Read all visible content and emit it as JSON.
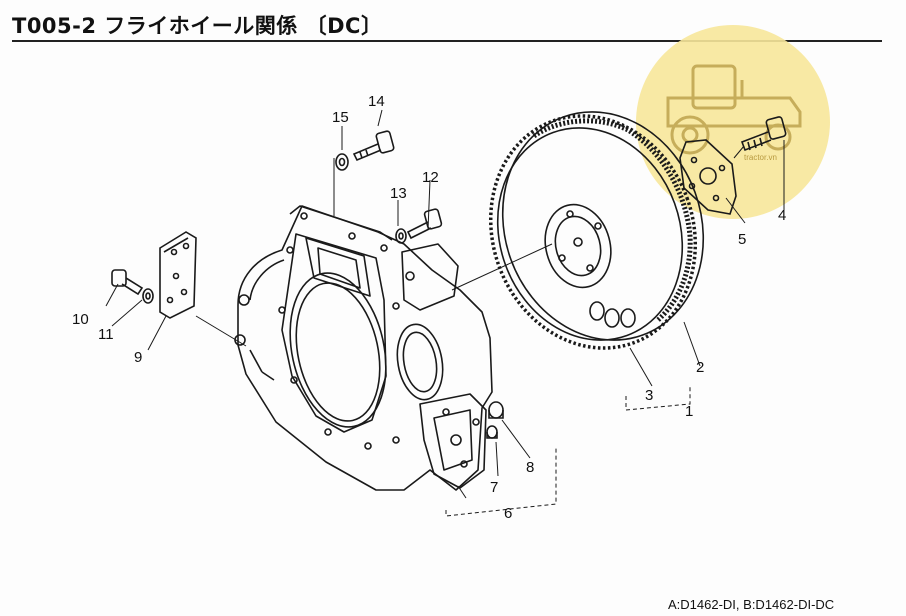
{
  "header": {
    "title": "T005-2 フライホイール関係 〔DC〕"
  },
  "callouts": [
    "1",
    "2",
    "3",
    "4",
    "5",
    "6",
    "7",
    "8",
    "9",
    "10",
    "11",
    "12",
    "13",
    "14",
    "15"
  ],
  "footer": {
    "models": "A:D1462-DI, B:D1462-DI-DC"
  },
  "watermark": {
    "text": "tractor.vn",
    "icon": "tractor-logo-icon",
    "color": "#f7e79a"
  }
}
